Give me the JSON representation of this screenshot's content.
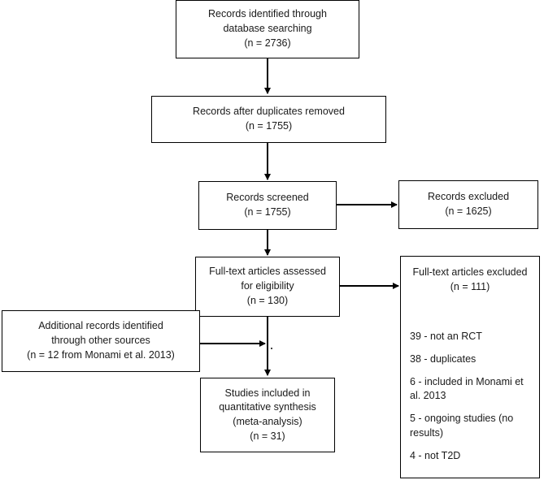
{
  "flow": {
    "identified": {
      "lines": [
        "Records identified through",
        "database searching",
        "(n = 2736)"
      ]
    },
    "after_duplicates": {
      "lines": [
        "Records after duplicates removed",
        "(n = 1755)"
      ]
    },
    "screened": {
      "lines": [
        "Records screened",
        "(n = 1755)"
      ]
    },
    "excluded": {
      "lines": [
        "Records excluded",
        "(n = 1625)"
      ]
    },
    "fulltext": {
      "lines": [
        "Full-text articles assessed",
        "for eligibility",
        "(n = 130)"
      ]
    },
    "fulltext_excluded": {
      "lines": [
        "Full-text articles excluded",
        "(n = 111)"
      ],
      "reasons": [
        [
          "39 - not an RCT"
        ],
        [
          "38 - duplicates"
        ],
        [
          "6 - included in Monami et",
          "al. 2013"
        ],
        [
          "5 - ongoing studies (no",
          "results)"
        ],
        [
          "4 - not T2D"
        ]
      ]
    },
    "additional": {
      "lines": [
        "Additional records identified",
        "through other sources",
        "(n =  12 from Monami et al. 2013)"
      ]
    },
    "included": {
      "lines": [
        "Studies included in",
        "quantitative synthesis",
        "(meta-analysis)",
        "(n = 31)"
      ]
    }
  }
}
